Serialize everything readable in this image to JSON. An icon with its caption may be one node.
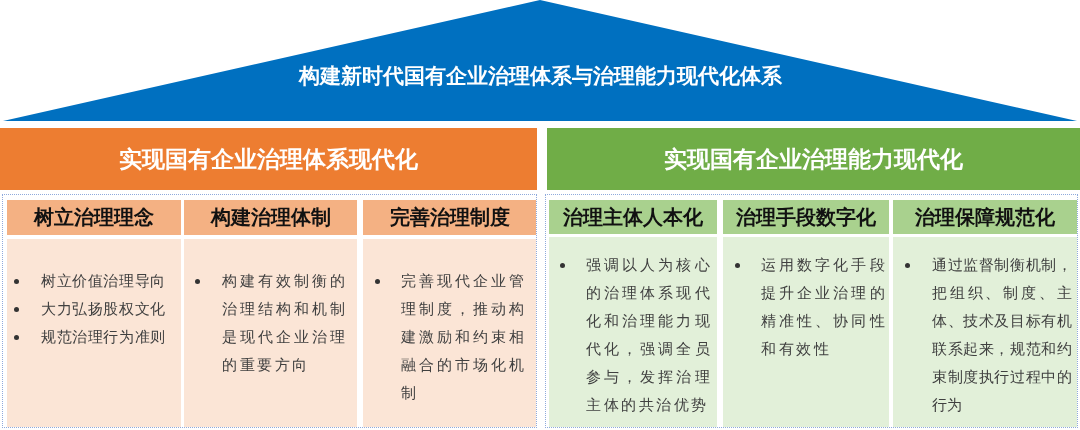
{
  "diagram": {
    "nodes": [
      {
        "text": [
          "构建新时代国有企业治理体系与治理能力现代化体系"
        ]
      },
      {
        "text": [
          "实现国有企业治理体系现代化"
        ]
      },
      {
        "text": [],
        "shape": "box"
      },
      {
        "text": [
          "树立治理理念"
        ],
        "in": 2
      },
      {
        "text": [
          "树立价值治理导向",
          "大力弘扬股权文化",
          "规范治理行为准则"
        ],
        "in": 2
      },
      {
        "text": [
          "构建治理体制"
        ],
        "in": 2
      },
      {
        "text": [
          "构建有效制衡的治理结构和机制是现代企业治理的重要方向"
        ],
        "in": 2
      },
      {
        "text": [
          "完善治理制度"
        ],
        "in": 2
      },
      {
        "text": [
          "完善现代企业管理制度，推动构建激励和约束相融合的市场化机制"
        ],
        "in": 2
      },
      {
        "text": [
          "实现国有企业治理能力现代化"
        ]
      },
      {
        "text": [],
        "shape": "box"
      },
      {
        "text": [
          "治理主体人本化"
        ],
        "in": 10
      },
      {
        "text": [
          "强调以人为核心的治理体系现代化和治理能力现代化，强调全员参与，发挥治理主体的共治优势"
        ],
        "in": 10
      },
      {
        "text": [
          "治理手段数字化"
        ],
        "in": 10
      },
      {
        "text": [
          "运用数字化手段提升企业治理的精准性、协同性和有效性"
        ],
        "in": 10
      },
      {
        "text": [
          "治理保障规范化"
        ],
        "in": 10
      },
      {
        "text": [
          "通过监督制衡机制，把组织、制度、主体、技术及目标有机联系起来，规范和约束制度执行过程中的行为"
        ],
        "in": 10
      }
    ]
  }
}
